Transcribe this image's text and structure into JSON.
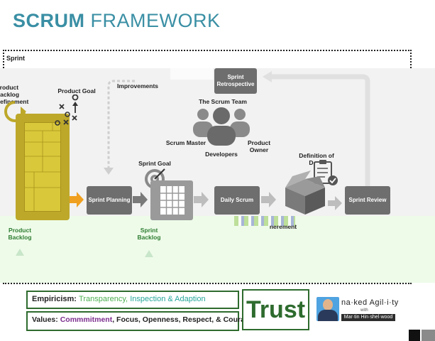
{
  "title": {
    "bold": "SCRUM",
    "rest": "FRAMEWORK"
  },
  "sprint_label": "Sprint",
  "nodes": {
    "pbr": "Product Backlog Refinement",
    "product_goal": "Product Goal",
    "improvements": "Improvements",
    "retro": "Sprint Retrospective",
    "scrum_team": "The Scrum Team",
    "scrum_master": "Scrum Master",
    "product_owner": "Product Owner",
    "developers": "Developers",
    "sprint_goal": "Sprint Goal",
    "dod": "Definition of Done",
    "planning": "Sprint Planning",
    "daily": "Daily Scrum",
    "review": "Sprint Review",
    "product_backlog": "Product Backlog",
    "sprint_backlog": "Sprint Backlog",
    "increment_partial": "nerement"
  },
  "legend": {
    "empiricism_label": "Empiricism:",
    "empiricism_values": [
      {
        "text": "Transparency,",
        "color": "#4caf50"
      },
      {
        "text": "Inspection & Adaption",
        "color": "#26a69a"
      }
    ],
    "values_label": "Values:",
    "values_first": "Commmitment",
    "values_rest": ", Focus, Openness, Respect, & Courage",
    "values_first_color": "#7b2d8e"
  },
  "trust": "Trust",
  "brand": {
    "name": "na·ked Agil·i·ty",
    "with": "with",
    "author": "Mar·tin Hin·shel·wood"
  },
  "colors": {
    "title": "#3a8fa4",
    "box": "#6e6e6e",
    "backlog": "#bda82a",
    "arrow": "#f0a020",
    "legend_border": "#2e6b2e"
  }
}
